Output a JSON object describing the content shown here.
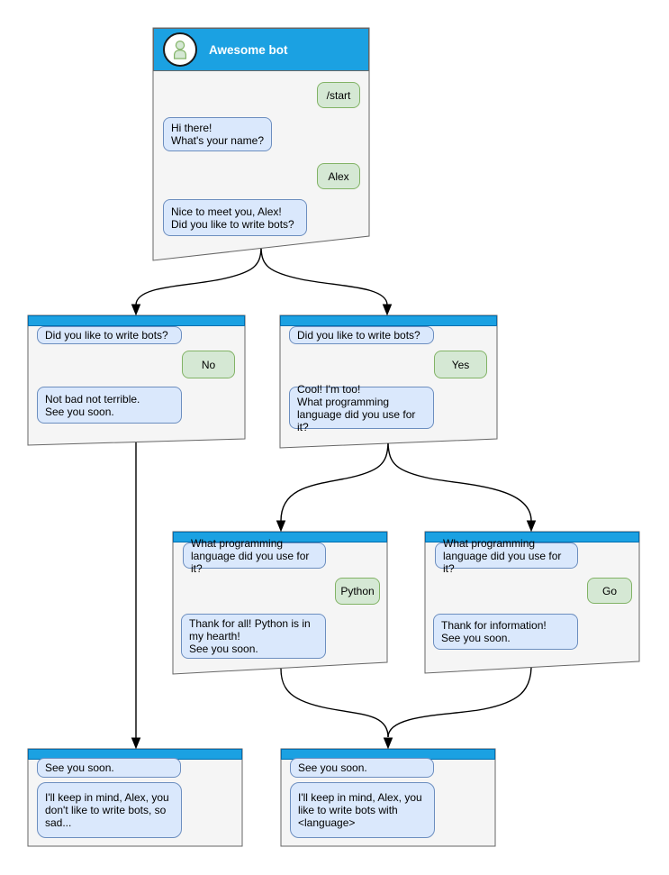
{
  "colors": {
    "header_blue": "#1ba1e2",
    "header_blue_border": "#006eaf",
    "bot_bubble_fill": "#dae8fc",
    "bot_bubble_border": "#6c8ebf",
    "user_bubble_fill": "#d5e8d4",
    "user_bubble_border": "#82b366",
    "panel_fill": "#f5f5f5",
    "panel_border": "#666666",
    "connector": "#000000"
  },
  "nodes": [
    {
      "id": "awesome-bot",
      "title": "Awesome bot",
      "avatar_icon": "person-icon",
      "messages": [
        {
          "from": "user",
          "text": "/start"
        },
        {
          "from": "bot",
          "text": "Hi there!\nWhat's your name?"
        },
        {
          "from": "user",
          "text": "Alex"
        },
        {
          "from": "bot",
          "text": "Nice to meet you, Alex!\nDid you like to write bots?"
        }
      ]
    },
    {
      "id": "ask-no",
      "messages": [
        {
          "from": "bot",
          "text": "Did you like to write bots?"
        },
        {
          "from": "user",
          "text": "No"
        },
        {
          "from": "bot",
          "text": "Not bad not terrible.\nSee you soon."
        }
      ]
    },
    {
      "id": "ask-yes",
      "messages": [
        {
          "from": "bot",
          "text": "Did you like to write bots?"
        },
        {
          "from": "user",
          "text": "Yes"
        },
        {
          "from": "bot",
          "text": "Cool! I'm too!\nWhat programming\nlanguage did you use for it?"
        }
      ]
    },
    {
      "id": "lang-python",
      "messages": [
        {
          "from": "bot",
          "text": "What programming\nlanguage did you use for it?"
        },
        {
          "from": "user",
          "text": "Python"
        },
        {
          "from": "bot",
          "text": "Thank for all! Python is in\nmy hearth!\nSee you soon."
        }
      ]
    },
    {
      "id": "lang-go",
      "messages": [
        {
          "from": "bot",
          "text": "What programming\nlanguage did you use for it?"
        },
        {
          "from": "user",
          "text": "Go"
        },
        {
          "from": "bot",
          "text": "Thank for information!\nSee you soon."
        }
      ]
    },
    {
      "id": "end-no",
      "messages": [
        {
          "from": "bot",
          "text": "See you soon."
        },
        {
          "from": "bot",
          "text": "I'll keep in mind, Alex, you\ndon't like to write bots, so\nsad..."
        }
      ]
    },
    {
      "id": "end-yes",
      "messages": [
        {
          "from": "bot",
          "text": "See you soon."
        },
        {
          "from": "bot",
          "text": "I'll keep in mind, Alex, you\nlike to write bots with\n<language>"
        }
      ]
    }
  ],
  "edges": [
    {
      "from": "awesome-bot",
      "to": "ask-no"
    },
    {
      "from": "awesome-bot",
      "to": "ask-yes"
    },
    {
      "from": "ask-yes",
      "to": "lang-python"
    },
    {
      "from": "ask-yes",
      "to": "lang-go"
    },
    {
      "from": "ask-no",
      "to": "end-no"
    },
    {
      "from": "lang-python",
      "to": "end-yes"
    },
    {
      "from": "lang-go",
      "to": "end-yes"
    }
  ]
}
